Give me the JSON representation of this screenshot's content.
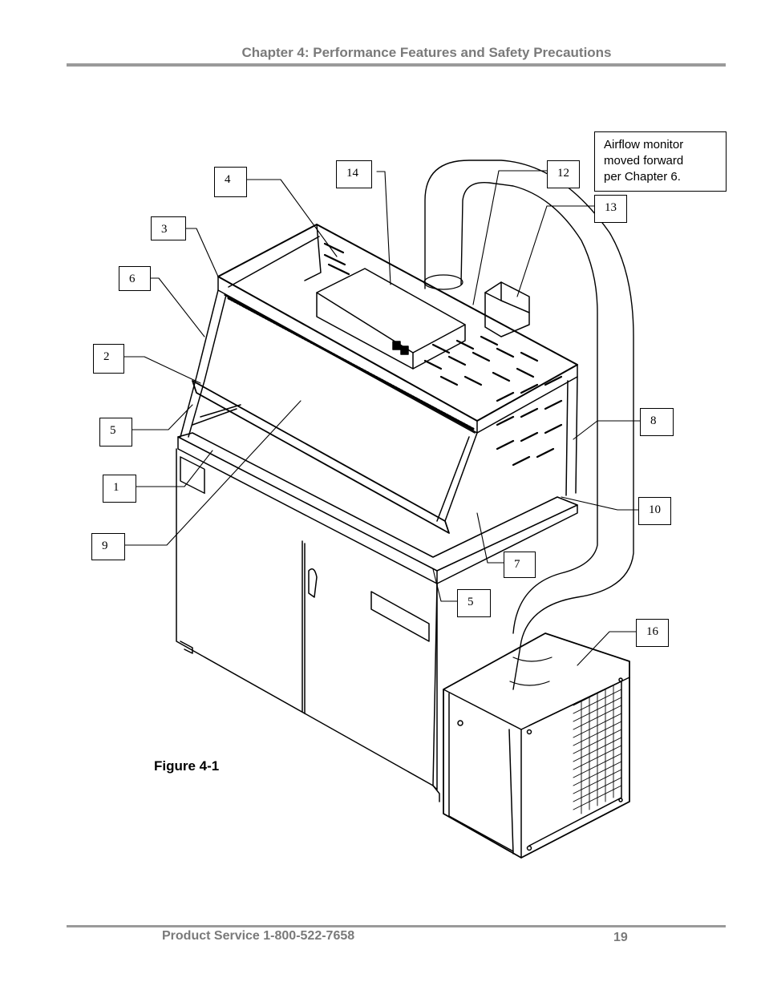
{
  "header": {
    "title": "Chapter 4: Performance Features and Safety Precautions"
  },
  "figure": {
    "caption": "Figure 4-1",
    "note_lines": [
      "Airflow monitor",
      "moved forward",
      "per Chapter 6."
    ],
    "callouts": [
      "4",
      "14",
      "12",
      "13",
      "3",
      "6",
      "2",
      "5",
      "1",
      "9",
      "8",
      "10",
      "7",
      "5",
      "16"
    ]
  },
  "footer": {
    "service_text": "Product Service 1-800-522-7658",
    "page_number": "19"
  }
}
